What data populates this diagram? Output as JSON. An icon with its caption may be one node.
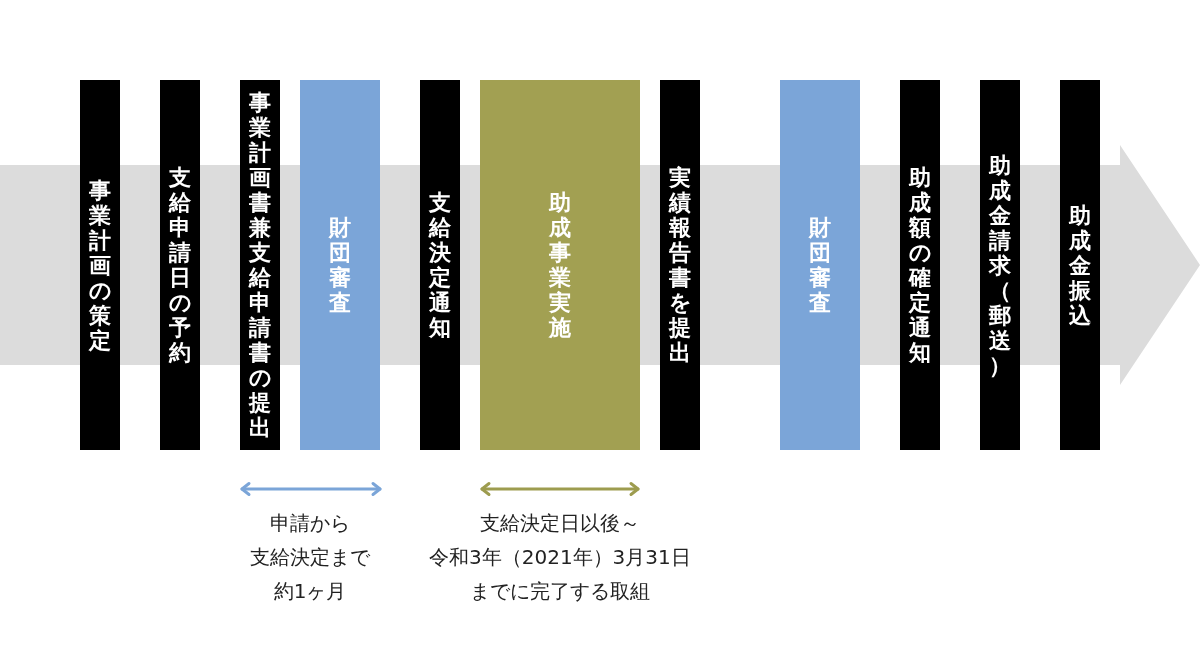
{
  "diagram": {
    "nodes": [
      {
        "text": [
          "事業計画の策定"
        ]
      },
      {
        "text": [
          "支給申請日の予約"
        ]
      },
      {
        "text": [
          "事業計画書兼支給申請書の提出"
        ]
      },
      {
        "text": [
          "財団審査"
        ]
      },
      {
        "text": [
          "支給決定通知"
        ]
      },
      {
        "text": [
          "助成事業実施"
        ]
      },
      {
        "text": [
          "実績報告書を提出"
        ]
      },
      {
        "text": [
          "財団審査"
        ]
      },
      {
        "text": [
          "助成額の確定通知"
        ]
      },
      {
        "text": [
          "助成金請求（郵送）"
        ]
      },
      {
        "text": [
          "助成金振込"
        ]
      }
    ],
    "labels": [
      "申請から支給決定まで約1ヶ月",
      "支給決定日以後～令和3年（2021年）3月31日までに完了する取組"
    ]
  }
}
